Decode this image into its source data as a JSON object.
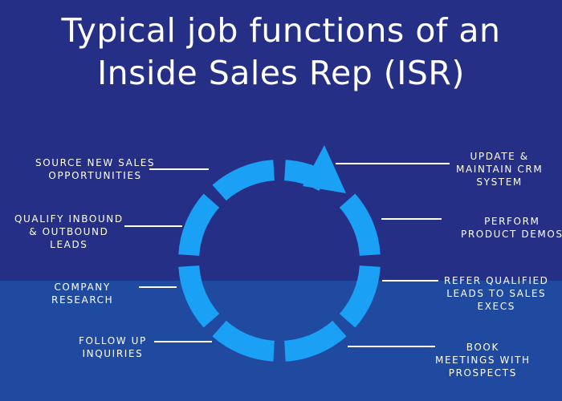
{
  "title": {
    "line1": "Typical job functions of an",
    "line2": "Inside Sales Rep (ISR)"
  },
  "colors": {
    "background_top": "#262f86",
    "background_bottom": "#1f4aa0",
    "cycle": "#1aa0f5",
    "text": "#ffffff"
  },
  "functions": {
    "left": [
      {
        "lines": [
          "SOURCE NEW SALES",
          "OPPORTUNITIES"
        ]
      },
      {
        "lines": [
          "QUALIFY INBOUND",
          "& OUTBOUND",
          "LEADS"
        ]
      },
      {
        "lines": [
          "COMPANY",
          "RESEARCH"
        ]
      },
      {
        "lines": [
          "FOLLOW UP",
          "INQUIRIES"
        ]
      }
    ],
    "right": [
      {
        "lines": [
          "UPDATE &",
          "MAINTAIN CRM",
          "SYSTEM"
        ]
      },
      {
        "lines": [
          "PERFORM",
          "PRODUCT DEMOS"
        ]
      },
      {
        "lines": [
          "REFER QUALIFIED",
          "LEADS TO SALES",
          "EXECS"
        ]
      },
      {
        "lines": [
          "BOOK",
          "MEETINGS WITH",
          "PROSPECTS"
        ]
      }
    ]
  }
}
